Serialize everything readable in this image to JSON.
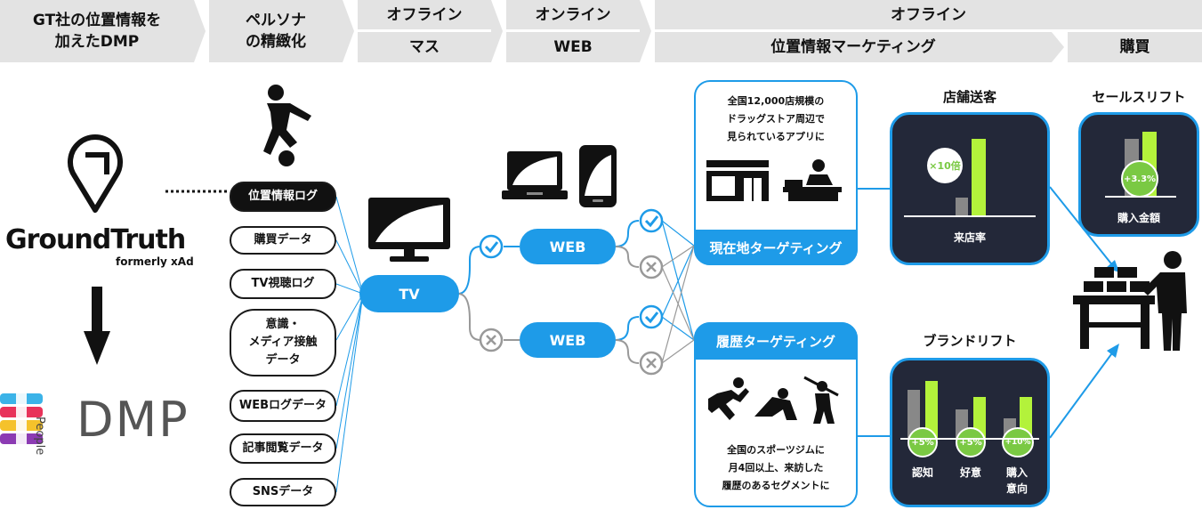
{
  "header": {
    "col1": "GT社の位置情報を\n加えたDMP",
    "col2": "ペルソナ\nの精緻化",
    "offline1": "オフライン",
    "mass": "マス",
    "online": "オンライン",
    "web": "WEB",
    "offline2": "オフライン",
    "location_marketing": "位置情報マーケティング",
    "purchase": "購買"
  },
  "brand": {
    "groundtruth": "GroundTruth",
    "formerly": "formerly xAd",
    "people": "People",
    "dmp": "DMP"
  },
  "data_sources": [
    "位置情報ログ",
    "購買データ",
    "TV視聴ログ",
    "意識・\nメディア接触\nデータ",
    "WEBログデータ",
    "記事閲覧データ",
    "SNSデータ"
  ],
  "flow": {
    "tv": "TV",
    "web_top": "WEB",
    "web_bottom": "WEB"
  },
  "targeting": {
    "current": {
      "label": "現在地ターゲティング",
      "desc": "全国12,000店規模の\nドラッグストア周辺で\n見られているアプリに"
    },
    "history": {
      "label": "履歴ターゲティング",
      "desc": "全国のスポーツジムに\n月4回以上、来訪した\n履歴のあるセグメントに"
    }
  },
  "results": {
    "store_visit": {
      "title": "店舗送客",
      "badge": "×10倍",
      "caption": "来店率"
    },
    "sales_lift": {
      "title": "セールスリフト",
      "badge": "+3.3%",
      "caption": "購入金額"
    },
    "brand_lift": {
      "title": "ブランドリフト",
      "items": [
        {
          "label": "認知",
          "badge": "+5%"
        },
        {
          "label": "好意",
          "badge": "+5%"
        },
        {
          "label": "購入\n意向",
          "badge": "+10%"
        }
      ]
    }
  },
  "colors": {
    "accent": "#1e9be8",
    "lime": "#b3f23b",
    "card": "#232839",
    "header": "#e3e3e3"
  }
}
